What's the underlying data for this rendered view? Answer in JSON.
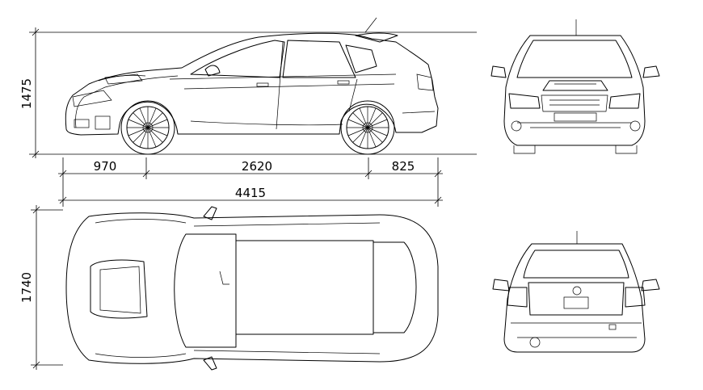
{
  "dimensions": {
    "height": "1475",
    "front_overhang": "970",
    "wheelbase": "2620",
    "rear_overhang": "825",
    "length": "4415",
    "width": "1740"
  }
}
